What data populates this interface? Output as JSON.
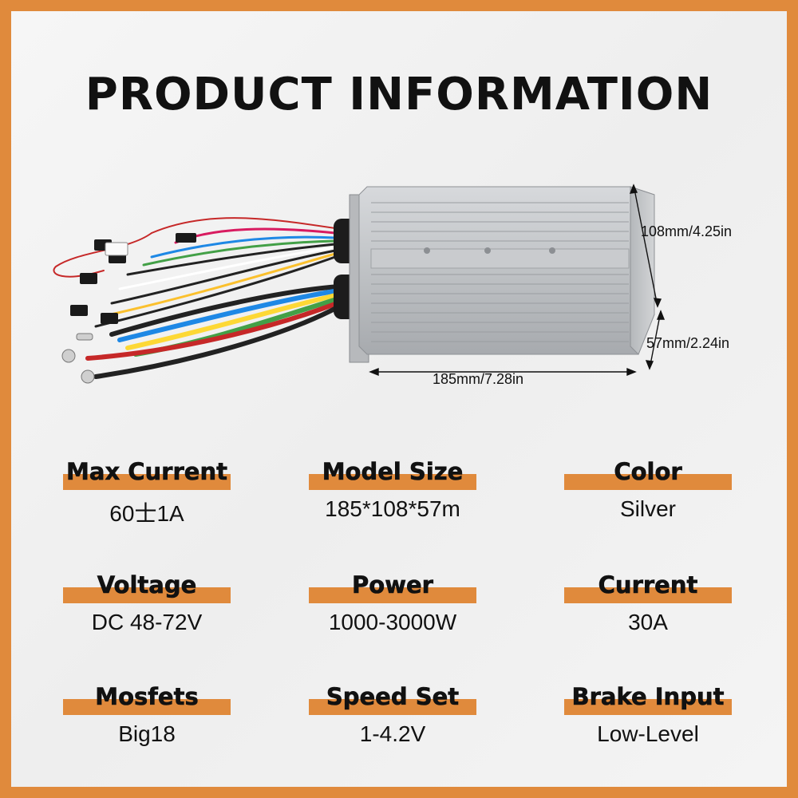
{
  "title": "PRODUCT INFORMATION",
  "dimensions": {
    "height": "108mm/4.25in",
    "depth": "57mm/2.24in",
    "length": "185mm/7.28in"
  },
  "specs": [
    {
      "label": "Max Current",
      "value": "60士1A"
    },
    {
      "label": "Model Size",
      "value": "185*108*57m"
    },
    {
      "label": "Color",
      "value": "Silver"
    },
    {
      "label": "Voltage",
      "value": "DC 48-72V"
    },
    {
      "label": "Power",
      "value": "1000-3000W"
    },
    {
      "label": "Current",
      "value": "30A"
    },
    {
      "label": "Mosfets",
      "value": "Big18"
    },
    {
      "label": "Speed Set",
      "value": "1-4.2V"
    },
    {
      "label": "Brake Input",
      "value": "Low-Level"
    }
  ],
  "colors": {
    "accent": "#e08a3c",
    "text": "#111111",
    "body": "#b8bcc0"
  }
}
